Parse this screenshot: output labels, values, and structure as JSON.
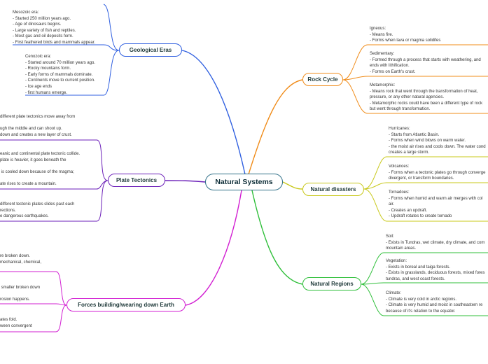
{
  "central": {
    "label": "Natural Systems"
  },
  "topics": {
    "geological_eras": {
      "label": "Geological Eras",
      "color": "#2f5fe0"
    },
    "plate_tectonics": {
      "label": "Plate Tectonics",
      "color": "#6b1fb8"
    },
    "forces": {
      "label": "Forces building/wearing down Earth",
      "color": "#d21fd2"
    },
    "rock_cycle": {
      "label": "Rock Cycle",
      "color": "#f08c1a"
    },
    "natural_disasters": {
      "label": "Natural disasters",
      "color": "#c8c81a"
    },
    "natural_regions": {
      "label": "Natural Regions",
      "color": "#2fbf3a"
    }
  },
  "notes": {
    "mesozoic": "Mesozoic era:\n- Started 250 million years ago.\n- Age of dinosaurs begins.\n- Large variety of fish and reptiles.\n- Most gas and oil deposits form.\n- First feathered birds and mammals appear.",
    "cenozoic": "Cenozoic era:\n- Started around 70 million years ago.\n- Rocky mountains form.\n- Early forms of mammals dominate.\n- Continents move to current position.\n- Ice age ends\n- first humans emerge.",
    "plate_1": "different plate tectonics move away from\n\nugh the middle and can shoot up.\ndown and creates a new layer of crust.",
    "plate_2": "eanic and continental plate tectonic collide.\nplate is heavier, it goes beneath the\n\n is cooled down because of the magma;\n\nate rises to create a mountain.",
    "plate_3": "different tectonic plates slides past each\nrections.\ne dangerous earthquakes.",
    "forces_1": "re broken down.\nmechanical, chemical,",
    "forces_2": " smaller broken down\n\nrosion happens.",
    "forces_3": "ates fold.\nween convergent",
    "igneous": "Igneous:\n- Means fire.\n- Forms when lava or magma solidifes",
    "sedimentary": "Sedimentary:\n- Formed through a process that starts with weathering, and\nends with lithification.\n- Forms on Earth's crust.",
    "metamorphic": "Metamorphic:\n- Means rock that went through the transformation of heat,\npressure, or any other natural agencies.\n- Metamorphic rocks could have been a different type of rock\nbut went through transformation.",
    "hurricanes": "Hurricanes:\n- Starts from Atlantic Basin.\n- Forms when wind blows on warm water.\n- the moist air rises and cools down. The water cond\ncreates a large storm.",
    "volcanoes": "Volcanoes:\n- Forms when a tectonic plates go through converge\ndivergent, or transform boundaries.",
    "tornadoes": "Tornadoes:\n- Forms when humid and warm air merges with col\nair.\n- Creates an updraft.\n- Updraft rotates to create tornado",
    "soil": "Soil:\n- Exists in Tundras, wet climate, dry climate, and com\nmountain areas.",
    "vegetation": "Vegetation:\n- Exists in boreal and taiga forests.\n- Exists in grasslands, deciduous forests, mixed fores\ntundras, and west coast forests.",
    "climate": "Climate:\n- Climate is very cold in arctic regions.\n- Climate is very humid and moist in southeastern re\nbecause of it's relation to the equator."
  }
}
